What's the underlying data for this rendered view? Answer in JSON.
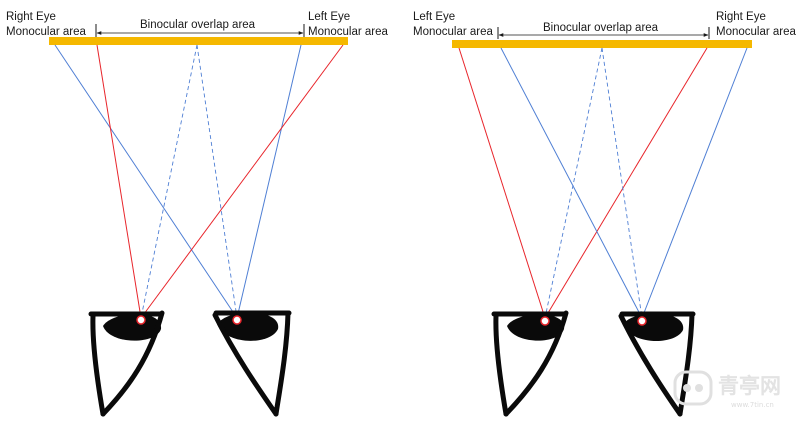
{
  "colors": {
    "screen_bar": "#f5b800",
    "red_ray": "#e8252b",
    "blue_ray": "#4f7fd4",
    "dashed_ray": "#4f7fd4",
    "eye_ink": "#0a0a0a",
    "watermark": "#e0e0e0"
  },
  "left_diagram": {
    "corner_left_line1": "Right Eye",
    "corner_left_line2": "Monocular area",
    "center_label": "Binocular overlap area",
    "corner_right_line1": "Left Eye",
    "corner_right_line2": "Monocular area"
  },
  "right_diagram": {
    "corner_left_line1": "Left Eye",
    "corner_left_line2": "Monocular area",
    "center_label": "Binocular overlap area",
    "corner_right_line1": "Right Eye",
    "corner_right_line2": "Monocular area"
  },
  "watermark": {
    "icon": "vr-headset-logo-icon",
    "text": "青亭网",
    "url": "www.7tin.cn"
  }
}
